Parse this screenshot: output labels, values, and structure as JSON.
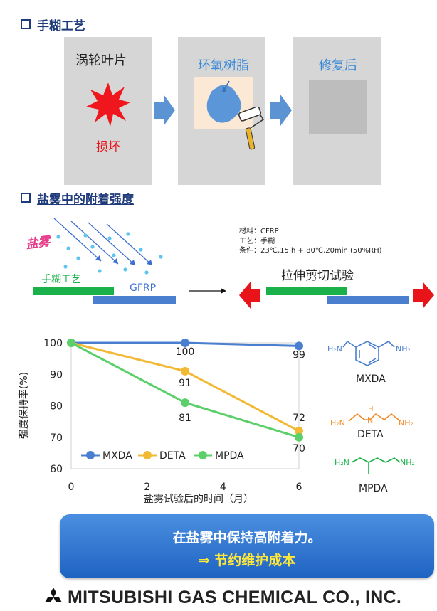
{
  "section1": {
    "title": "手糊工艺"
  },
  "process": {
    "panel1_title": "涡轮叶片",
    "damage_label": "损坏",
    "panel2_title": "环氧树脂",
    "panel3_title": "修复后"
  },
  "section2": {
    "title": "盐雾中的附着强度"
  },
  "diagram": {
    "salt_spray": "盐雾",
    "handlayup_label": "手糊工艺",
    "gfrp_label": "GFRP",
    "material_line": "材料：CFRP",
    "process_line": "工艺：手糊",
    "condition_line": "条件：23℃,15 h + 80℃,20min (50%RH)",
    "test_label": "拉伸剪切试验"
  },
  "colors": {
    "mxda": "#4a7fd0",
    "deta": "#f2b935",
    "mpda": "#5bd06a",
    "green_bar": "#1ab04a",
    "blue_bar": "#4a7fd0",
    "red_arrow": "#e8141a",
    "blue_arrow": "#5b93d3"
  },
  "chart_data": {
    "type": "line",
    "ylabel": "强度保持率(%)",
    "xlabel": "盐雾试验后的时间（月）",
    "xlim": [
      0,
      6
    ],
    "ylim": [
      60,
      100
    ],
    "xticks": [
      0,
      2,
      4,
      6
    ],
    "yticks": [
      60,
      70,
      80,
      90,
      100
    ],
    "legend_position": "bottom-left",
    "series": [
      {
        "name": "MXDA",
        "x": [
          0,
          3,
          6
        ],
        "y": [
          100,
          100,
          99
        ],
        "labels": [
          "",
          "100",
          "99"
        ]
      },
      {
        "name": "DETA",
        "x": [
          0,
          3,
          6
        ],
        "y": [
          100,
          91,
          72
        ],
        "labels": [
          "",
          "91",
          "72"
        ]
      },
      {
        "name": "MPDA",
        "x": [
          0,
          3,
          6
        ],
        "y": [
          100,
          81,
          70
        ],
        "labels": [
          "",
          "81",
          "70"
        ]
      }
    ]
  },
  "structures": {
    "mxda": {
      "name": "MXDA",
      "left_group": "H₂N",
      "right_group": "NH₂"
    },
    "deta": {
      "name": "DETA",
      "left_group": "H₂N",
      "middle_h": "H",
      "middle_n": "N",
      "right_group": "NH₂"
    },
    "mpda": {
      "name": "MPDA",
      "left_group": "H₂N",
      "right_group": "NH₂"
    }
  },
  "banner": {
    "line1": "在盐雾中保持高附着力。",
    "line2": "⇒ 节约维护成本"
  },
  "footer": {
    "company": "MITSUBISHI GAS CHEMICAL CO., INC."
  }
}
